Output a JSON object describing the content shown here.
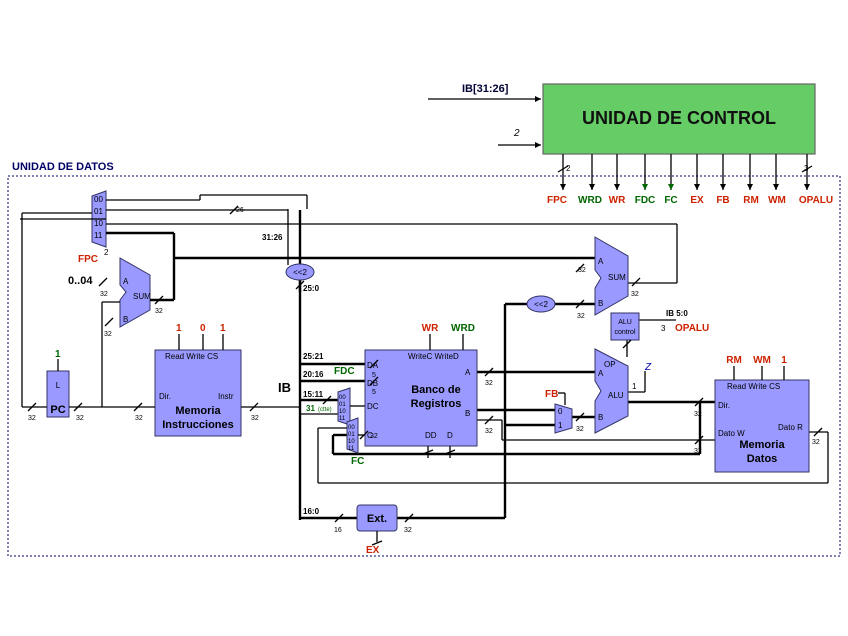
{
  "control": {
    "title": "UNIDAD DE CONTROL",
    "input_ib": "IB[31:26]",
    "input_width": "2",
    "outputs": [
      "FPC",
      "WRD",
      "WR",
      "FDC",
      "FC",
      "EX",
      "FB",
      "RM",
      "WM",
      "OPALU"
    ],
    "bus_width_fpc": "2",
    "bus_width_opalu": "3",
    "output_colors": {
      "red": "#cc2200",
      "green": "#006600"
    }
  },
  "datapath": {
    "title": "UNIDAD DE DATOS",
    "fpc_mux": {
      "inputs": [
        "00",
        "01",
        "10",
        "11"
      ],
      "label": "FPC",
      "sel_width": "2"
    },
    "pc": {
      "label": "PC",
      "load": "L",
      "load_value": "1"
    },
    "adder_pc": {
      "label": "SUM",
      "a": "A",
      "b": "B",
      "const": "0..04"
    },
    "instr_mem": {
      "line1": "Memoria",
      "line2": "Instrucciones",
      "ctrl": "Read Write CS",
      "ctrl_values": [
        "1",
        "0",
        "1"
      ],
      "addr": "Dir.",
      "out": "Instr"
    },
    "ib": "IB",
    "fields": [
      "31:26",
      "25:0",
      "25:21",
      "20:16",
      "15:11",
      "31",
      "16:0"
    ],
    "field_31_note": "(ctte)",
    "shift1": "<<2",
    "shift2": "<<2",
    "adder_branch": {
      "label": "SUM",
      "a": "A",
      "b": "B"
    },
    "fdc_label": "FDC",
    "fdc_mux_inputs": [
      "00",
      "01",
      "10",
      "11"
    ],
    "fc_mux_inputs": [
      "00",
      "01",
      "10",
      "11"
    ],
    "fc_label": "FC",
    "regfile": {
      "line1": "Banco de",
      "line2": "Registros",
      "ctrl": "WriteC WriteD",
      "ports": [
        "DA",
        "DB",
        "DC",
        "C",
        "A",
        "B",
        "DD",
        "D"
      ],
      "wr": "WR",
      "wrd": "WRD"
    },
    "fb_mux": {
      "label": "FB",
      "inputs": [
        "0",
        "1"
      ]
    },
    "alu": {
      "label": "ALU",
      "op": "OP",
      "a": "A",
      "b": "B",
      "z": "Z",
      "out": "1"
    },
    "alu_control": {
      "line1": "ALU",
      "line2": "control",
      "in": "IB 5:0",
      "out": "OPALU",
      "width": "3"
    },
    "data_mem": {
      "line1": "Memoria",
      "line2": "Datos",
      "ctrl": "Read Write CS",
      "rm": "RM",
      "wm": "WM",
      "cs_value": "1",
      "addr": "Dir.",
      "dw": "Dato W",
      "dr": "Dato R"
    },
    "ext": {
      "label": "Ext.",
      "ctrl": "EX"
    },
    "widths": [
      "32",
      "26",
      "5",
      "16",
      "2"
    ]
  }
}
